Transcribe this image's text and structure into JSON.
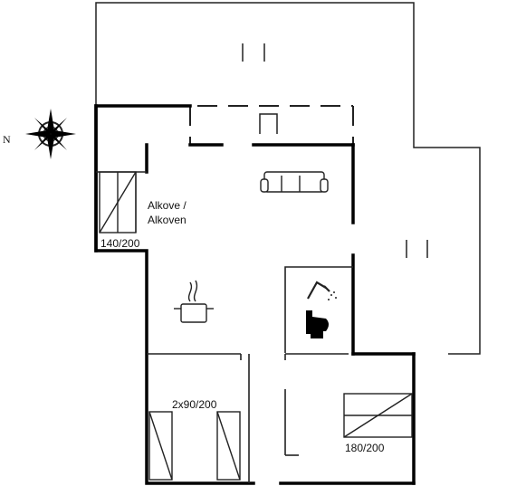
{
  "compass": {
    "north_label": "N"
  },
  "rooms": {
    "alcove_label_line1": "Alkove /",
    "alcove_label_line2": "Alkoven",
    "alcove_bed": "140/200",
    "bedroom_left_beds": "2x90/200",
    "bedroom_right_bed": "180/200"
  },
  "icons": [
    "compass-rose-icon",
    "sofa-icon",
    "cooking-pot-icon",
    "shower-icon",
    "toilet-icon",
    "bed-icon"
  ],
  "colors": {
    "wall": "#000000",
    "line": "#222222",
    "background": "#ffffff"
  }
}
